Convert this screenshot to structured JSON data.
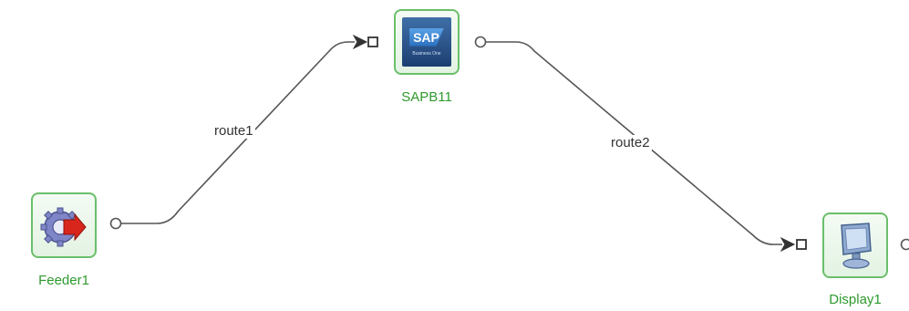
{
  "nodes": {
    "sap": {
      "label": "SAPB11",
      "logo_text": "SAP",
      "logo_subtext": "Business One"
    },
    "feeder": {
      "label": "Feeder1"
    },
    "display": {
      "label": "Display1"
    }
  },
  "edges": {
    "route1": {
      "label": "route1",
      "from": "Feeder1",
      "to": "SAPB11"
    },
    "route2": {
      "label": "route2",
      "from": "SAPB11",
      "to": "Display1"
    }
  },
  "colors": {
    "node_border": "#6abf6a",
    "node_label": "#2e9a2e",
    "edge": "#555555"
  },
  "icons": {
    "sap": "sap-logo-icon",
    "feeder": "gear-arrow-icon",
    "display": "monitor-icon"
  }
}
